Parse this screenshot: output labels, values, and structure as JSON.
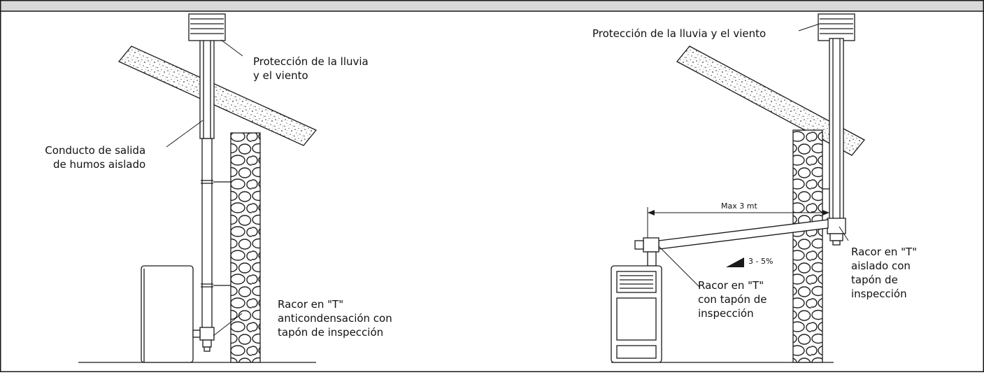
{
  "colors": {
    "line": "#1a1a1a",
    "header": "#d9d9d9",
    "background": "#ffffff"
  },
  "left_diagram": {
    "rain_cap_label": [
      "Protección de la lluvia",
      "y el viento"
    ],
    "duct_label": [
      "Conducto de salida",
      "de humos aislado"
    ],
    "tee_label": [
      "Racor en \"T\"",
      "anticondensación con",
      "tapón de inspección"
    ]
  },
  "right_diagram": {
    "rain_cap_label": "Protección de la lluvia y el viento",
    "distance_label": "Max 3 mt",
    "slope_label": "3 - 5%",
    "stove_tee_label": [
      "Racor  en  \"T\"",
      "con tapón de",
      "inspección"
    ],
    "insulated_tee_label": [
      "Racor en \"T\"",
      "aislado con",
      "tapón de",
      "inspección"
    ]
  }
}
